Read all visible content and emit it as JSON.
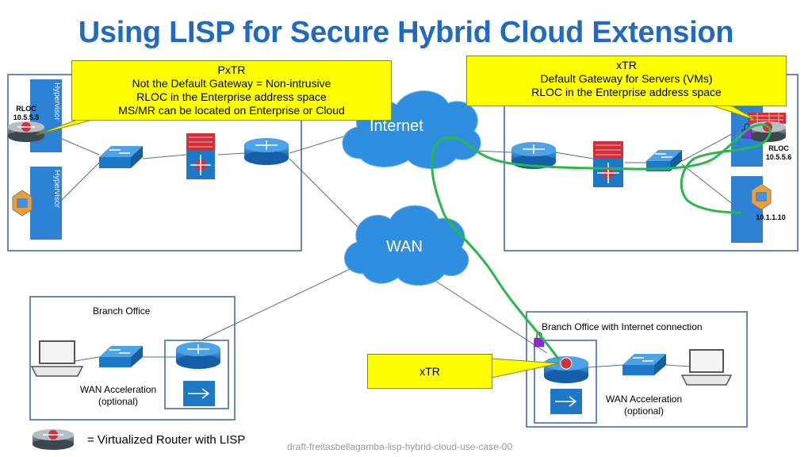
{
  "title": "Using LISP for Secure Hybrid Cloud Extension",
  "pxtr_callout": {
    "heading": "PxTR",
    "line1": "Not the Default Gateway = Non-intrusive",
    "line2": "RLOC in the Enterprise address space",
    "line3": "MS/MR can be located on Enterprise or Cloud"
  },
  "xtr_callout": {
    "heading": "xTR",
    "line1": "Default Gateway for Servers (VMs)",
    "line2": "RLOC in the Enterprise address space"
  },
  "xtr_branch_callout": {
    "heading": "xTR"
  },
  "clouds": {
    "internet": "Internet",
    "wan": "WAN"
  },
  "left_dc": {
    "hypervisor_top": "Hypervisor",
    "hypervisor_bottom": "Hypervisor",
    "rloc_label": "RLOC",
    "rloc_ip": "10.5.5.5"
  },
  "right_dc": {
    "rloc_label": "RLOC",
    "rloc_ip": "10.5.5.6",
    "vm_ip": "10.1.1.10"
  },
  "branch_office": {
    "title": "Branch Office",
    "wan_accel_line1": "WAN Acceleration",
    "wan_accel_line2": "(optional)"
  },
  "branch_internet": {
    "title": "Branch Office with Internet connection",
    "wan_accel_line1": "WAN Acceleration",
    "wan_accel_line2": "(optional)"
  },
  "legend": {
    "text": "= Virtualized Router with LISP"
  },
  "footer": {
    "text": "draft-freitasbellagamba-lisp-hybrid-cloud-use-case-00"
  },
  "colors": {
    "title": "#1f6bc1",
    "callout": "#ffff00",
    "cloud": "#2f8ee0",
    "path": "#27b84a",
    "box_border": "#6a88bd",
    "device_blue": "#1e78c8",
    "firewall_red": "#d0303a"
  }
}
